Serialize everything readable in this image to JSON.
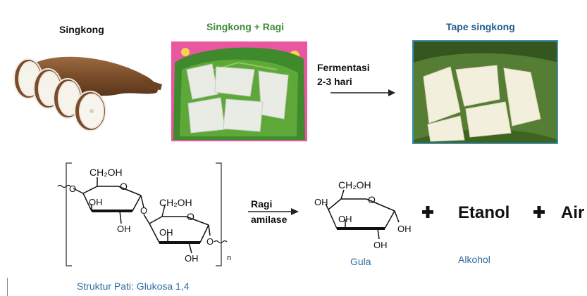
{
  "top": {
    "label_singkong": "Singkong",
    "label_singkong_ragi": "Singkong + Ragi",
    "label_tape": "Tape singkong",
    "arrow_line1": "Fermentasi",
    "arrow_line2": "2-3 hari",
    "color_green": "#3f8a3a",
    "color_blue": "#1f5a8a"
  },
  "bottom": {
    "starch_groups": {
      "ch2oh": "CH₂OH",
      "oh": "OH",
      "o": "O",
      "n": "n"
    },
    "arrow_line1": "Ragi",
    "arrow_line2": "amilase",
    "products": [
      "Etanol",
      "Air"
    ],
    "label_gula": "Gula",
    "label_alkohol": "Alkohol",
    "label_struktur": "Struktur Pati: Glukosa 1,4",
    "caption_color": "#2f6ea6"
  }
}
